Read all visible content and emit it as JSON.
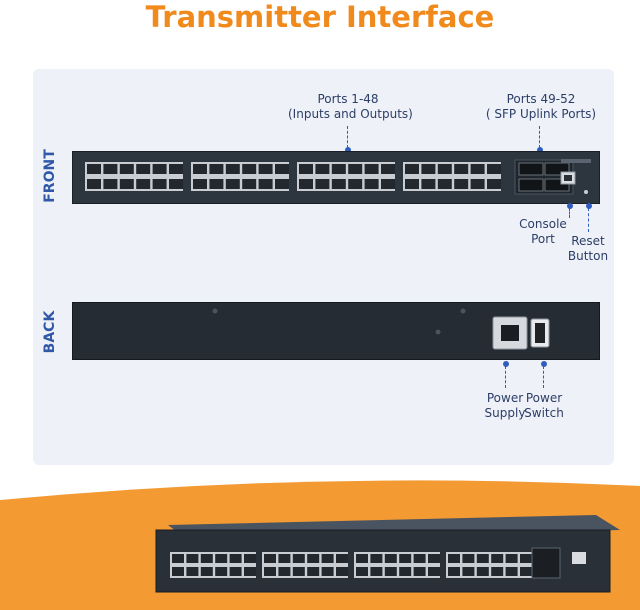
{
  "title": "Transmitter Interface",
  "front": {
    "side_label": "FRONT",
    "callouts": {
      "ports_1_48": [
        "Ports 1-48",
        "(Inputs and Outputs)"
      ],
      "ports_49_52": [
        "Ports 49-52",
        "( SFP Uplink Ports)"
      ],
      "console": [
        "Console",
        "Port"
      ],
      "reset": [
        "Reset",
        "Button"
      ]
    }
  },
  "back": {
    "side_label": "BACK",
    "callouts": {
      "power_supply": [
        "Power",
        "Supply"
      ],
      "power_switch": [
        "Power",
        "Switch"
      ]
    }
  },
  "colors": {
    "title": "#f08a1c",
    "panel": "#eef1f8",
    "label": "#3057a8",
    "accent": "#2f5cbf",
    "orange_band": "#f39a33",
    "device": "#2d353e"
  },
  "icons": [
    "switch-front-image",
    "switch-back-image",
    "switch-3d-image"
  ]
}
